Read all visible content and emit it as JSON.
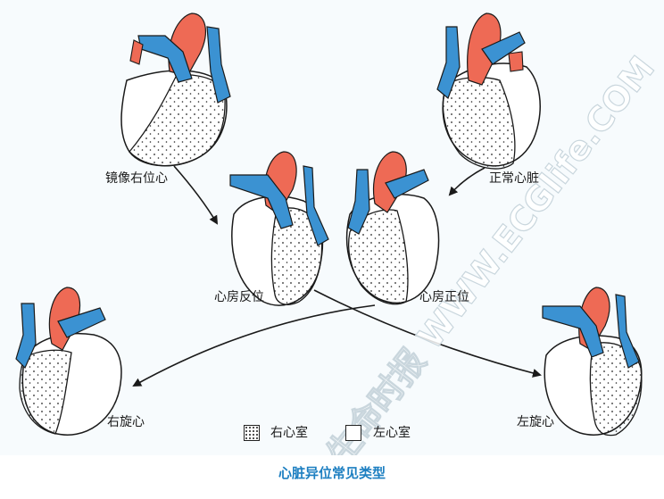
{
  "labels": {
    "mirror_dextrocardia": "镜像右位心",
    "normal_heart": "正常心脏",
    "situs_inversus": "心房反位",
    "situs_solitus": "心房正位",
    "dextroversion": "右旋心",
    "levoversion": "左旋心"
  },
  "legend": {
    "right_ventricle": "右心室",
    "left_ventricle": "左心室"
  },
  "caption": "心脏异位常见类型",
  "watermark": "生命时报 WWW.ECGlife.COM",
  "colors": {
    "aorta": "#ee6a55",
    "vena": "#3b92d2",
    "outline": "#1a1a1a",
    "caption": "#1d7fc1",
    "background": "#f7fbfd"
  }
}
